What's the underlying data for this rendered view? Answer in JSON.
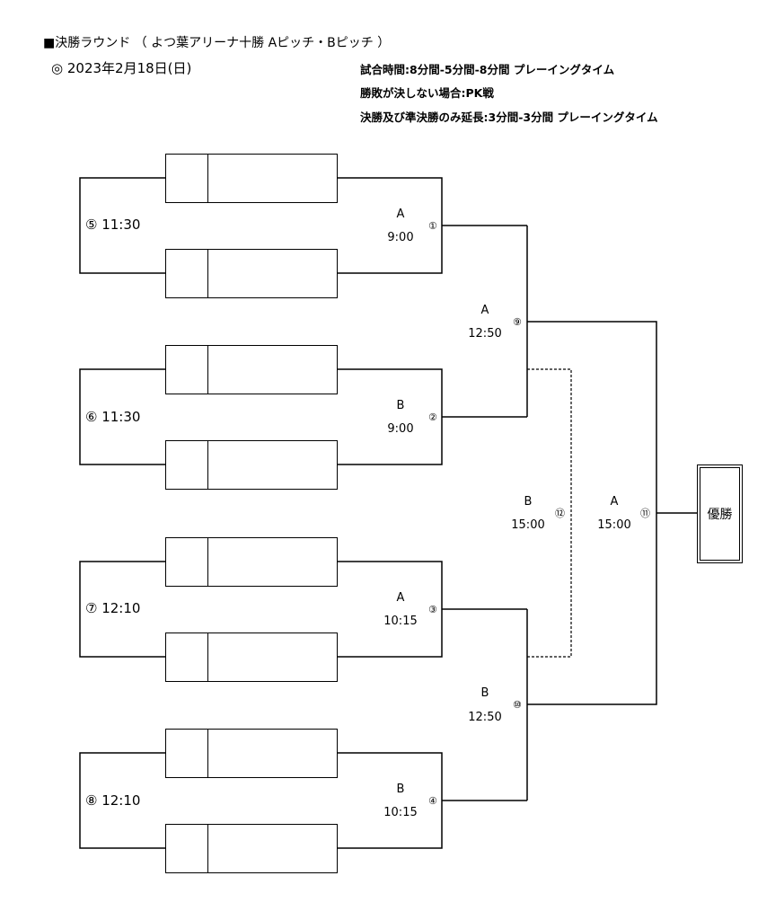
{
  "header": {
    "title": "■決勝ラウンド （ よつ葉アリーナ十勝 Aピッチ・Bピッチ ）",
    "date": "◎ 2023年2月18日(日)",
    "rules": [
      "試合時間:8分間-5分間-8分間 プレーイングタイム",
      "勝敗が決しない場合:PK戦",
      "決勝及び準決勝のみ延長:3分間-3分間 プレーイングタイム"
    ]
  },
  "round1": [
    {
      "num": "①",
      "pitch": "A",
      "time": "9:00"
    },
    {
      "num": "②",
      "pitch": "B",
      "time": "9:00"
    },
    {
      "num": "③",
      "pitch": "A",
      "time": "10:15"
    },
    {
      "num": "④",
      "pitch": "B",
      "time": "10:15"
    }
  ],
  "left_matches": [
    {
      "label": "⑤ 11:30"
    },
    {
      "label": "⑥ 11:30"
    },
    {
      "label": "⑦ 12:10"
    },
    {
      "label": "⑧ 12:10"
    }
  ],
  "semis": [
    {
      "num": "⑨",
      "pitch": "A",
      "time": "12:50"
    },
    {
      "num": "⑩",
      "pitch": "B",
      "time": "12:50"
    }
  ],
  "third_place": {
    "num": "⑫",
    "pitch": "B",
    "time": "15:00"
  },
  "final": {
    "num": "⑪",
    "pitch": "A",
    "time": "15:00"
  },
  "champion": "優勝"
}
